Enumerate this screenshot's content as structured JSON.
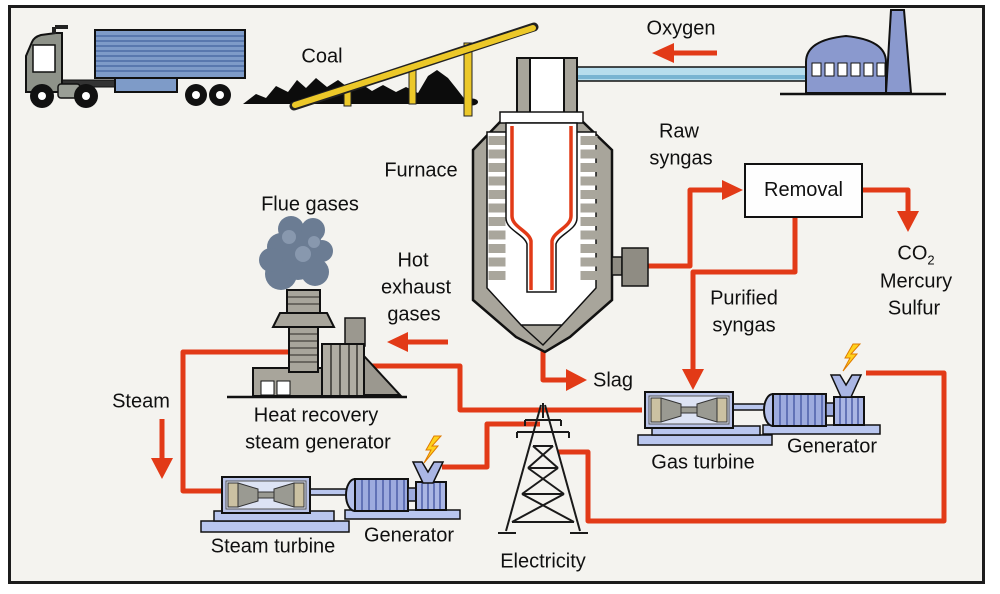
{
  "diagram": {
    "labels": {
      "coal": "Coal",
      "oxygen": "Oxygen",
      "furnace": "Furnace",
      "raw_syngas_line1": "Raw",
      "raw_syngas_line2": "syngas",
      "removal": "Removal",
      "co2_main": "CO",
      "co2_sub": "2",
      "mercury": "Mercury",
      "sulfur": "Sulfur",
      "purified_line1": "Purified",
      "purified_line2": "syngas",
      "slag": "Slag",
      "flue_gases": "Flue gases",
      "hot_line1": "Hot",
      "hot_line2": "exhaust",
      "hot_line3": "gases",
      "hrsg_line1": "Heat recovery",
      "hrsg_line2": "steam generator",
      "steam": "Steam",
      "steam_turbine": "Steam turbine",
      "generator_left": "Generator",
      "gas_turbine": "Gas turbine",
      "generator_right": "Generator",
      "electricity": "Electricity"
    },
    "colors": {
      "pipe_red": "#e23a17",
      "oxygen_pipe_blue": "#b7dded",
      "machine_blue": "#9dabde",
      "base_blue": "#b9c6ee",
      "building_blue": "#8a99ce",
      "furnace_gray": "#a8a59b",
      "smoke_gray": "#6b7c93",
      "conveyor_yellow": "#ecc829",
      "lightning_yellow": "#ffd21e",
      "background": "#f4f3ef"
    }
  }
}
